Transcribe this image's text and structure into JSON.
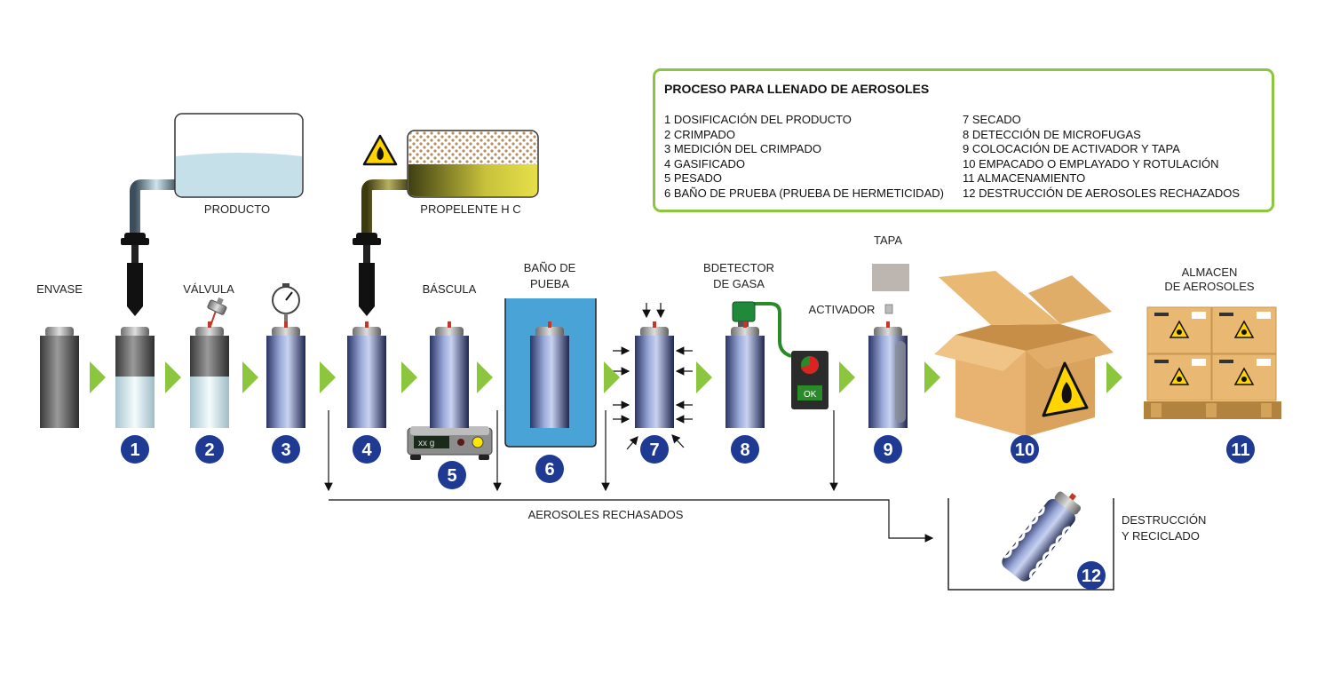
{
  "legend": {
    "title": "PROCESO PARA LLENADO DE AEROSOLES",
    "col1": [
      "1 DOSIFICACIÓN DEL PRODUCTO",
      "2 CRIMPADO",
      "3 MEDICIÓN DEL CRIMPADO",
      "4 GASIFICADO",
      "5 PESADO",
      "6 BAÑO DE PRUEBA (PRUEBA DE HERMETICIDAD)"
    ],
    "col2": [
      "7 SECADO",
      "8 DETECCIÓN DE MICROFUGAS",
      "9 COLOCACIÓN DE ACTIVADOR Y TAPA",
      "10 EMPACADO O EMPLAYADO Y ROTULACIÓN",
      "11 ALMACENAMIENTO",
      "12 DESTRUCCIÓN DE AEROSOLES RECHAZADOS"
    ]
  },
  "labels": {
    "envase": "ENVASE",
    "producto": "PRODUCTO",
    "valvula": "VÁLVULA",
    "propelente": "PROPELENTE H C",
    "bascula": "BÁSCULA",
    "bano_1": "BAÑO DE",
    "bano_2": "PUEBA",
    "detector_1": "BDETECTOR",
    "detector_2": "DE GASA",
    "activador": "ACTIVADOR",
    "tapa": "TAPA",
    "almacen_1": "ALMACEN",
    "almacen_2": "DE AEROSOLES",
    "rechazados": "AEROSOLES RECHASADOS",
    "destruccion_1": "DESTRUCCIÓN",
    "destruccion_2": "Y RECICLADO"
  },
  "scale_display": "xx g",
  "detector_ok": "OK",
  "steps": [
    "1",
    "2",
    "3",
    "4",
    "5",
    "6",
    "7",
    "8",
    "9",
    "10",
    "11",
    "12"
  ],
  "colors": {
    "arrow_green": "#8cc63f",
    "step_badge": "#1f3a93",
    "legend_border": "#8cc63f",
    "water_blue": "#4aa3d6",
    "box_cardboard": "#e9b872",
    "hazard_yellow": "#ffd400"
  },
  "icons": [
    "flammable-warning-icon",
    "gauge-icon",
    "hazard-pictogram-icon"
  ]
}
